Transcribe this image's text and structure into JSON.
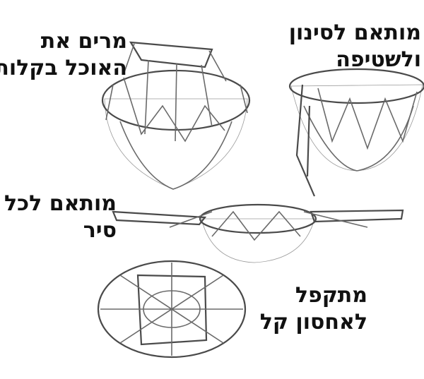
{
  "captions": {
    "lift_food": {
      "line1": "מרים את",
      "line2": "האוכל בקלות"
    },
    "drain_rinse": {
      "line1": "מותאם לסינון",
      "line2": "ולשטיפה"
    },
    "fits_pot": {
      "line1": "מותאם לכל",
      "line2": "סיר"
    },
    "fold_store": {
      "line1": "מתקפל",
      "line2": "לאחסון קל"
    }
  },
  "colors": {
    "background": "#ffffff",
    "text": "#111111",
    "wire": "#6a6a6a",
    "mesh": "#9a9a9a"
  }
}
